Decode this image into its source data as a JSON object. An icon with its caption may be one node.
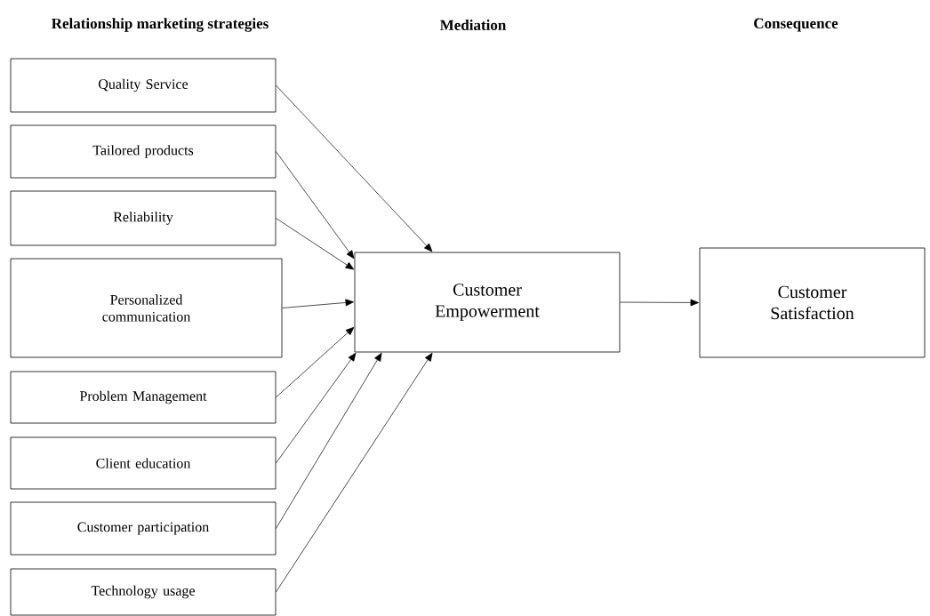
{
  "diagram": {
    "nodes": [
      {
        "text": [
          "Quality Service"
        ]
      },
      {
        "text": [
          "Tailored products"
        ]
      },
      {
        "text": [
          "Reliability"
        ]
      },
      {
        "text": [
          "Personalized communication"
        ]
      },
      {
        "text": [
          "Problem Management"
        ]
      },
      {
        "text": [
          "Client education"
        ]
      },
      {
        "text": [
          "Customer participation"
        ]
      },
      {
        "text": [
          "Technology usage"
        ]
      },
      {
        "text": [
          "Customer Empowerment"
        ]
      },
      {
        "text": [
          "Customer Satisfaction"
        ]
      }
    ],
    "edges": [
      {
        "from": 0,
        "to": 8,
        "arrow": "to"
      },
      {
        "from": 1,
        "to": 8,
        "arrow": "to"
      },
      {
        "from": 2,
        "to": 8,
        "arrow": "to"
      },
      {
        "from": 3,
        "to": 8,
        "arrow": "to"
      },
      {
        "from": 4,
        "to": 8,
        "arrow": "to"
      },
      {
        "from": 5,
        "to": 8,
        "arrow": "to"
      },
      {
        "from": 6,
        "to": 8,
        "arrow": "to"
      },
      {
        "from": 7,
        "to": 8,
        "arrow": "to"
      },
      {
        "from": 8,
        "to": 9,
        "arrow": "to"
      }
    ],
    "labels": [
      "Relationship marketing strategies",
      "Mediation",
      "Consequence"
    ]
  }
}
